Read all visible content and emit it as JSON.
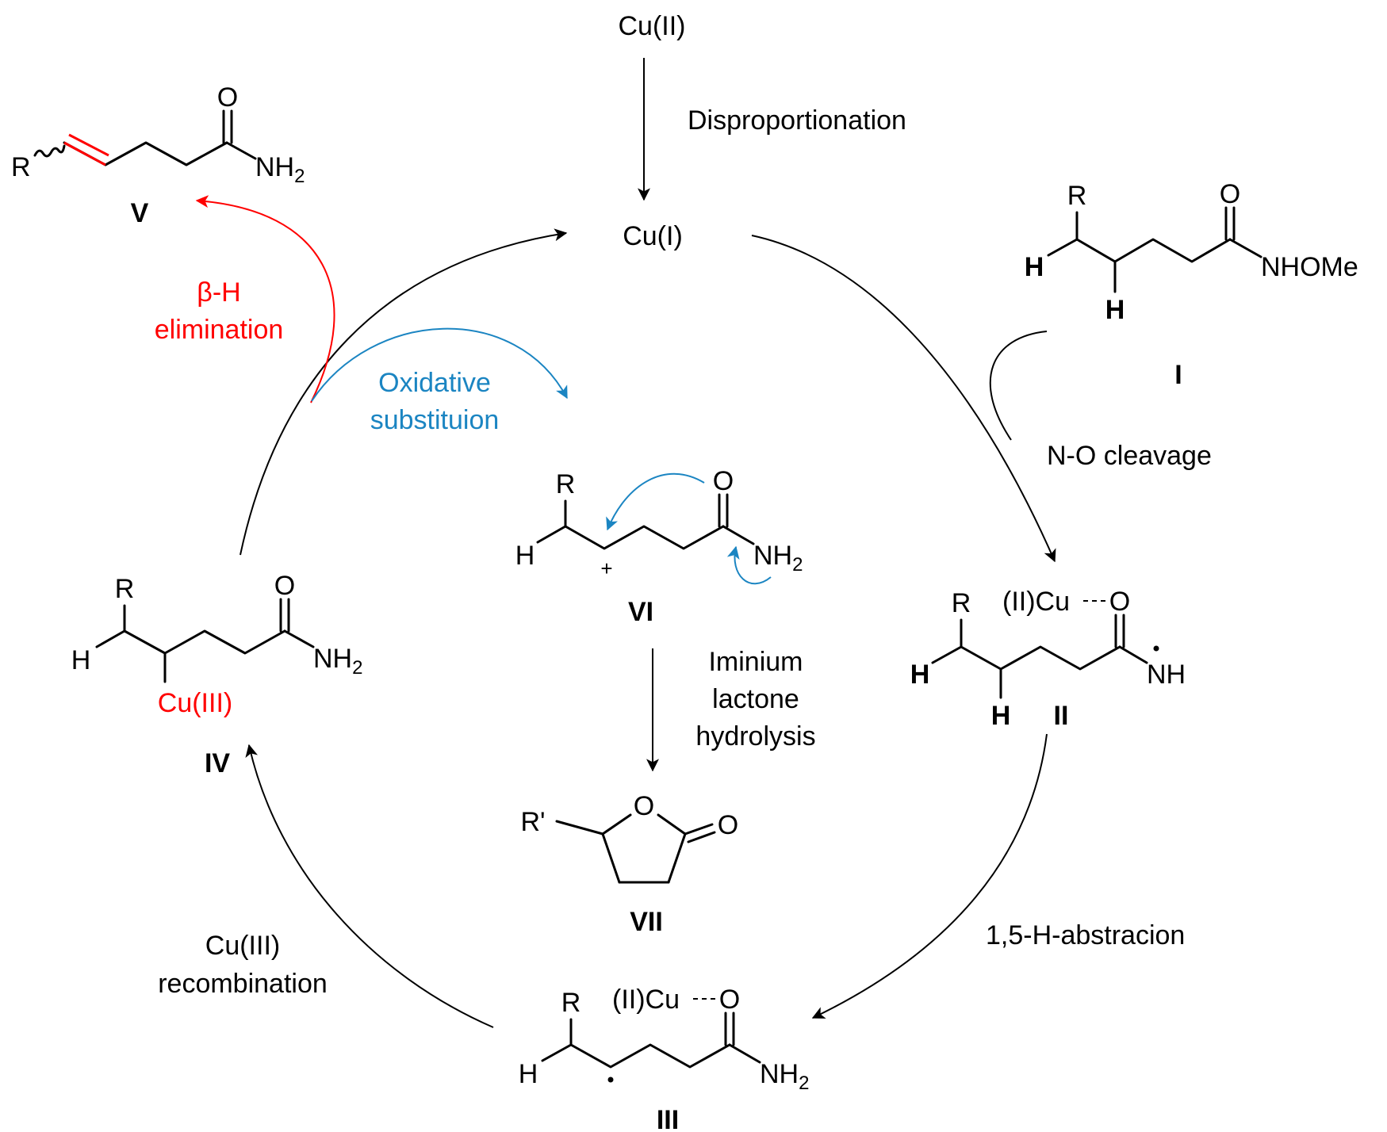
{
  "colors": {
    "black": "#000000",
    "red": "#ff0000",
    "blue": "#1b85c2",
    "background": "#ffffff"
  },
  "species": {
    "cu2_top": "Cu(II)",
    "cu1": "Cu(I)",
    "cu3": "Cu(III)",
    "cu2_ligand": "(II)Cu",
    "r": "R",
    "r_prime": "R'",
    "h": "H",
    "o": "O",
    "nh": "NH",
    "nh2": "NH",
    "sub2": "2",
    "nhome": "NHOMe",
    "plus": "+"
  },
  "labels": {
    "I": "I",
    "II": "II",
    "III": "III",
    "IV": "IV",
    "V": "V",
    "VI": "VI",
    "VII": "VII"
  },
  "steps": {
    "disproportionation": "Disproportionation",
    "no_cleavage": "N-O cleavage",
    "h_abstraction": "1,5-H-abstracion",
    "cu3_recombination_1": "Cu(III)",
    "cu3_recombination_2": "recombination",
    "beta_h_1": "β-H",
    "beta_h_2": "elimination",
    "oxidative_1": "Oxidative",
    "oxidative_2": "substituion",
    "iminium_1": "Iminium",
    "iminium_2": "lactone",
    "iminium_3": "hydrolysis"
  }
}
